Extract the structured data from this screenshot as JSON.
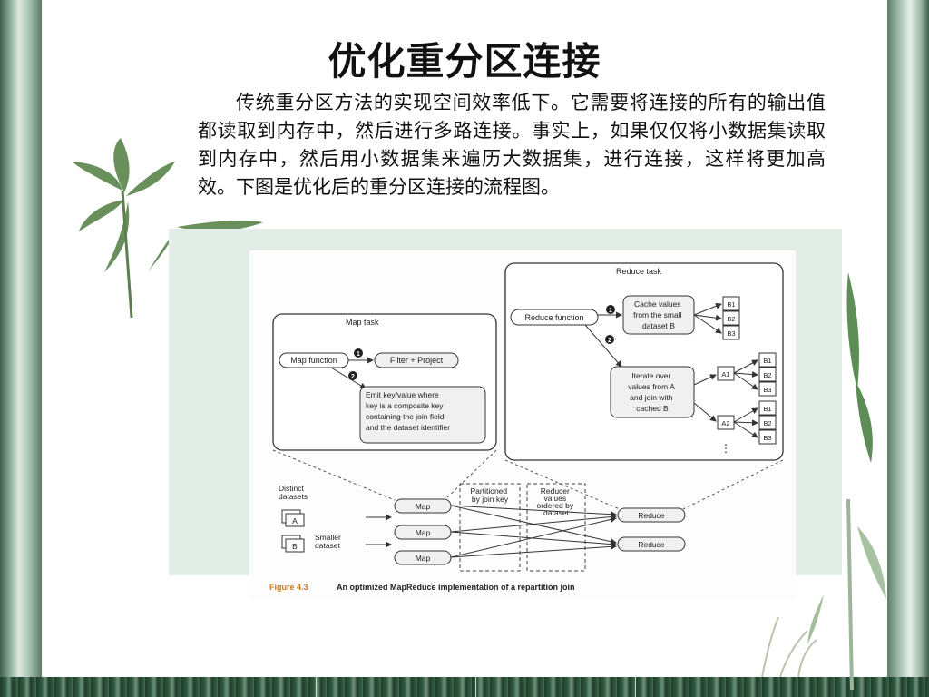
{
  "slide": {
    "title": "优化重分区连接",
    "body": "传统重分区方法的实现空间效率低下。它需要将连接的所有的输出值都读取到内存中，然后进行多路连接。事实上，如果仅仅将小数据集读取到内存中，然后用小数据集来遍历大数据集，进行连接，这样将更加高效。下图是优化后的重分区连接的流程图。"
  },
  "figure": {
    "map_task": {
      "title": "Map task",
      "map_function": "Map function",
      "step1_marker": "1",
      "step1_label": "Filter + Project",
      "step2_marker": "2",
      "step2_lines": [
        "Emit key/value where",
        "key is a composite key",
        "containing the join field",
        "and the dataset identifier"
      ]
    },
    "reduce_task": {
      "title": "Reduce task",
      "reduce_function": "Reduce function",
      "step1_marker": "1",
      "cache_lines": [
        "Cache values",
        "from the small",
        "dataset B"
      ],
      "cache_b_boxes": [
        "B1",
        "B2",
        "B3"
      ],
      "step2_marker": "2",
      "iterate_lines": [
        "Iterate over",
        "values from A",
        "and join with",
        "cached B"
      ],
      "a1_label": "A1",
      "a1_b_boxes": [
        "B1",
        "B2",
        "B3"
      ],
      "a2_label": "A2",
      "a2_b_boxes": [
        "B1",
        "B2",
        "B3"
      ],
      "ellipsis": "⋮"
    },
    "flow": {
      "distinct_datasets_lines": [
        "Distinct",
        "datasets"
      ],
      "dataset_a": "A",
      "dataset_b": "B",
      "smaller_dataset_lines": [
        "Smaller",
        "dataset"
      ],
      "map_nodes": [
        "Map",
        "Map",
        "Map"
      ],
      "partitioned_lines": [
        "Partitioned",
        "by join key"
      ],
      "reducer_values_lines": [
        "Reducer",
        "values",
        "ordered by",
        "dataset"
      ],
      "reduce_nodes": [
        "Reduce",
        "Reduce"
      ]
    },
    "caption": {
      "label": "Figure 4.3",
      "text": "An optimized MapReduce implementation of a repartition join"
    },
    "colors": {
      "caption_label": "#c97a1e",
      "box_fill": "#f0f0f0",
      "line": "#444444"
    }
  }
}
